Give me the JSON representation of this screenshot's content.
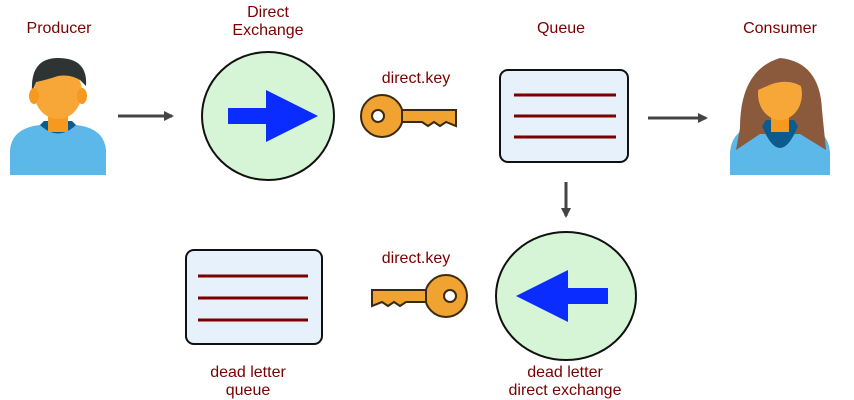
{
  "labels": {
    "producer": "Producer",
    "exchange_line1": "Direct",
    "exchange_line2": "Exchange",
    "queue": "Queue",
    "consumer": "Consumer",
    "key_top": "direct.key",
    "key_bottom": "direct.key",
    "dlq_line1": "dead letter",
    "dlq_line2": "queue",
    "dlx_line1": "dead letter",
    "dlx_line2": "direct exchange"
  },
  "colors": {
    "label_text": "#7a0000",
    "exchange_fill": "#d6f5d6",
    "exchange_arrow": "#0a2cff",
    "queue_fill": "#e6f1fb",
    "queue_lines": "#7a0000",
    "key_fill": "#f0a330",
    "connector": "#444444",
    "person_shirt": "#5bb8e8",
    "person_skin": "#f7a738"
  },
  "icons": {
    "producer": "person-icon",
    "consumer": "person-icon",
    "exchange": "direct-exchange-icon",
    "queue": "queue-icon",
    "key": "key-icon"
  }
}
